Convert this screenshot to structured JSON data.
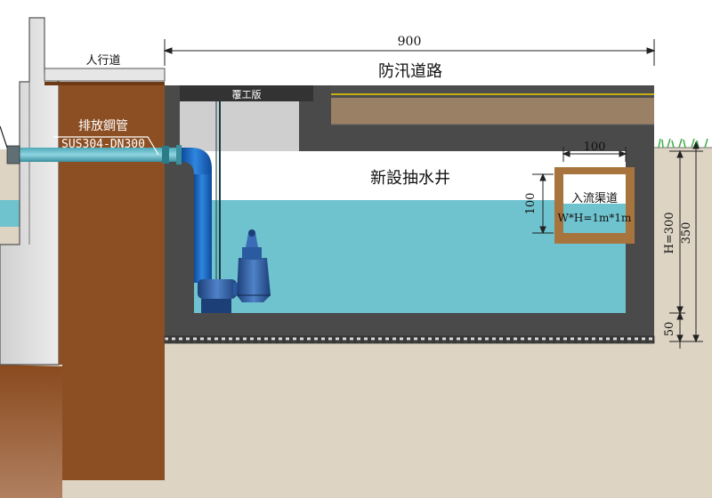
{
  "labels": {
    "sidewalk": "人行道",
    "road": "防汛道路",
    "cover_plate": "覆工版",
    "pipe_name": "排放鋼管",
    "pipe_spec": "SUS304-DN300",
    "well": "新設抽水井",
    "inlet_channel": "入流渠道",
    "inlet_size": "W*H=1m*1m"
  },
  "dimensions": {
    "total_width": "900",
    "inlet_width": "100",
    "inlet_height": "100",
    "height_h": "H=300",
    "height_total": "350",
    "base": "50"
  },
  "colors": {
    "soil_light": "#ddd4c4",
    "soil_dark": "#8c4f24",
    "concrete": "#4a4a4a",
    "water": "#6fc3cf",
    "pipe": "#1560b8",
    "road_asphalt": "#4d4d4d",
    "road_base": "#9a8065",
    "inlet_frame": "#a8743e",
    "road_line": "#f0d000"
  }
}
